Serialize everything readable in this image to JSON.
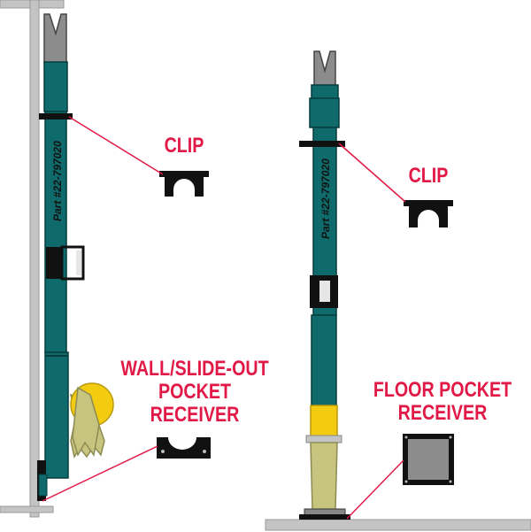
{
  "labels": {
    "clip_left": "CLIP",
    "clip_right": "CLIP",
    "wall_receiver": [
      "WALL/SLIDE-OUT",
      "POCKET",
      "RECEIVER"
    ],
    "floor_receiver": [
      "FLOOR POCKET",
      "RECEIVER"
    ],
    "part_left": "Part #22-797020",
    "part_right": "Part #22-797020"
  },
  "colors": {
    "callout": "#e11947",
    "bar": "#0f6b6b",
    "bar_shade": "#0a5050",
    "wall": "#c4c4c4",
    "jaw": "#8c8c8c",
    "yellow": "#f3cc12",
    "khaki": "#c6c47e",
    "black": "#111111"
  }
}
